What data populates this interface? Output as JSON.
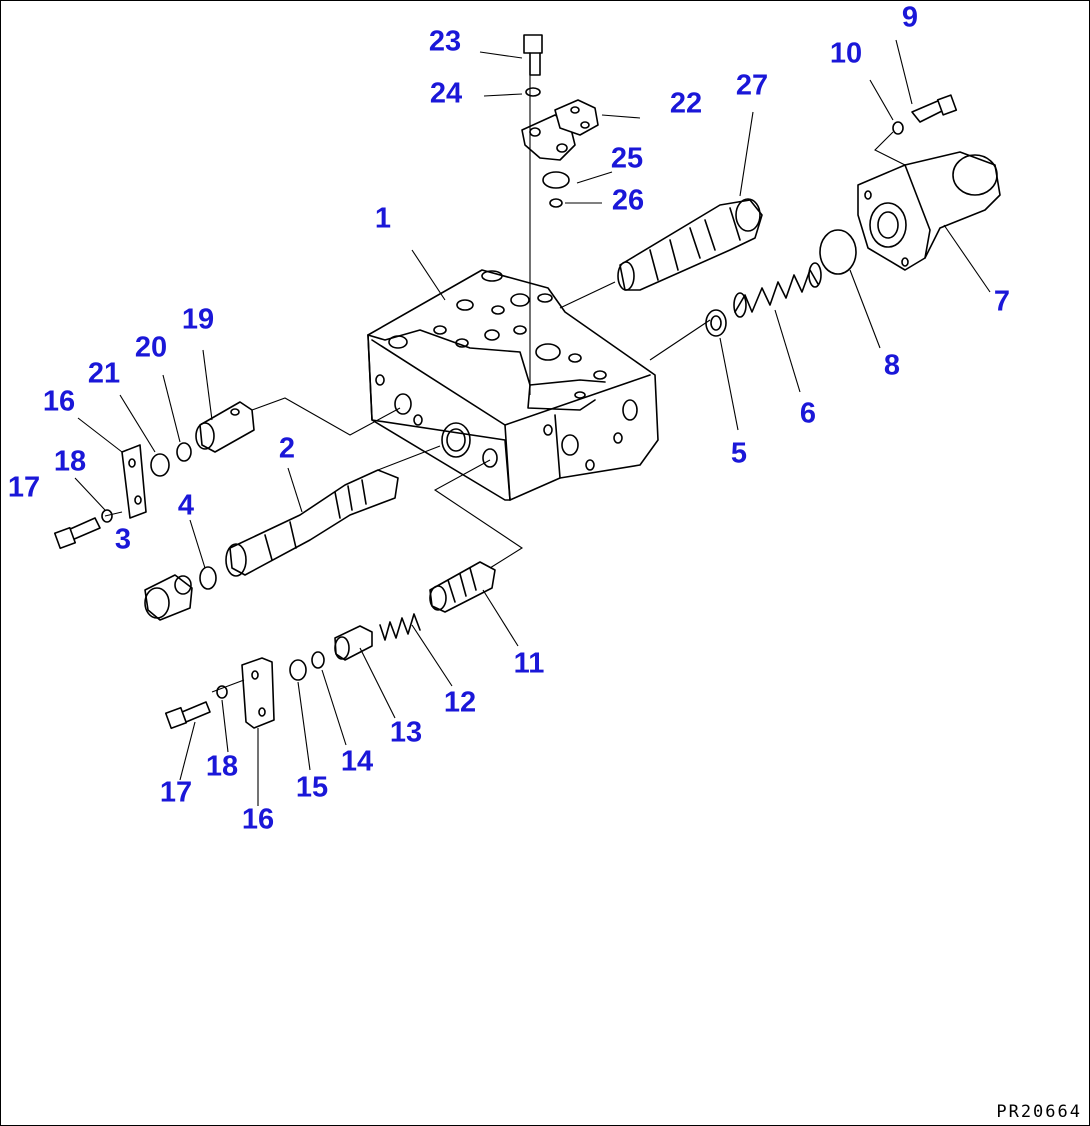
{
  "drawing_code": "PR20664",
  "callouts": {
    "n1": "1",
    "n2": "2",
    "n3": "3",
    "n4": "4",
    "n5": "5",
    "n6": "6",
    "n7": "7",
    "n8": "8",
    "n9": "9",
    "n10": "10",
    "n11": "11",
    "n12": "12",
    "n13": "13",
    "n14": "14",
    "n15": "15",
    "n16a": "16",
    "n16b": "16",
    "n17a": "17",
    "n17b": "17",
    "n18a": "18",
    "n18b": "18",
    "n19": "19",
    "n20": "20",
    "n21": "21",
    "n22": "22",
    "n23": "23",
    "n24": "24",
    "n25": "25",
    "n26": "26",
    "n27": "27"
  },
  "colors": {
    "callout": "#1a17d8",
    "line": "#000000",
    "background": "#ffffff"
  }
}
